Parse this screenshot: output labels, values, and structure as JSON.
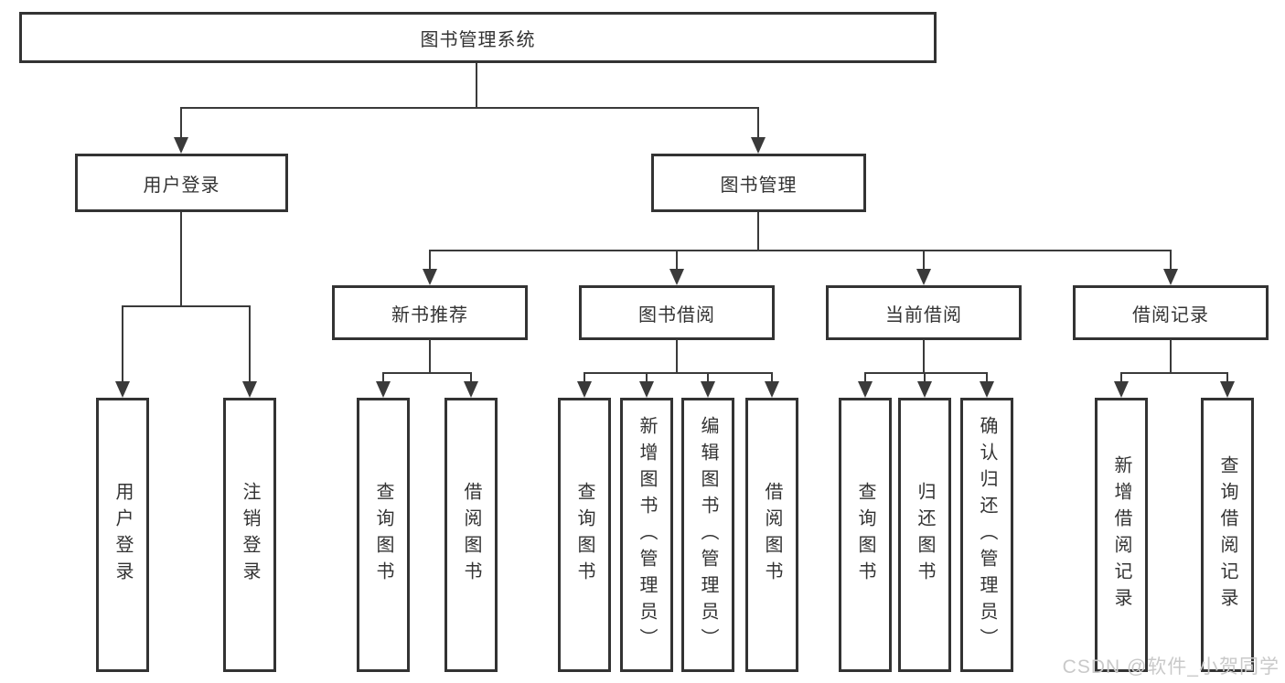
{
  "diagram": {
    "title": "图书管理系统",
    "root": {
      "label": "图书管理系统"
    },
    "level2": [
      {
        "label": "用户登录"
      },
      {
        "label": "图书管理"
      }
    ],
    "level3": [
      {
        "label": "新书推荐",
        "parent": "图书管理"
      },
      {
        "label": "图书借阅",
        "parent": "图书管理"
      },
      {
        "label": "当前借阅",
        "parent": "图书管理"
      },
      {
        "label": "借阅记录",
        "parent": "图书管理"
      }
    ],
    "leaves": [
      {
        "label": "用户登录",
        "parent": "用户登录"
      },
      {
        "label": "注销登录",
        "parent": "用户登录"
      },
      {
        "label": "查询图书",
        "parent": "新书推荐"
      },
      {
        "label": "借阅图书",
        "parent": "新书推荐"
      },
      {
        "label": "查询图书",
        "parent": "图书借阅"
      },
      {
        "label": "新增图书（管理员）",
        "parent": "图书借阅"
      },
      {
        "label": "编辑图书（管理员）",
        "parent": "图书借阅"
      },
      {
        "label": "借阅图书",
        "parent": "图书借阅"
      },
      {
        "label": "查询图书",
        "parent": "当前借阅"
      },
      {
        "label": "归还图书",
        "parent": "当前借阅"
      },
      {
        "label": "确认归还（管理员）",
        "parent": "当前借阅"
      },
      {
        "label": "新增借阅记录",
        "parent": "借阅记录"
      },
      {
        "label": "查询借阅记录",
        "parent": "借阅记录"
      }
    ],
    "watermark": "CSDN @软件_小贺同学",
    "colors": {
      "line": "#3a3a3a",
      "border": "#333333",
      "text": "#333333",
      "background": "#ffffff",
      "watermark": "#c9c9c9"
    }
  }
}
